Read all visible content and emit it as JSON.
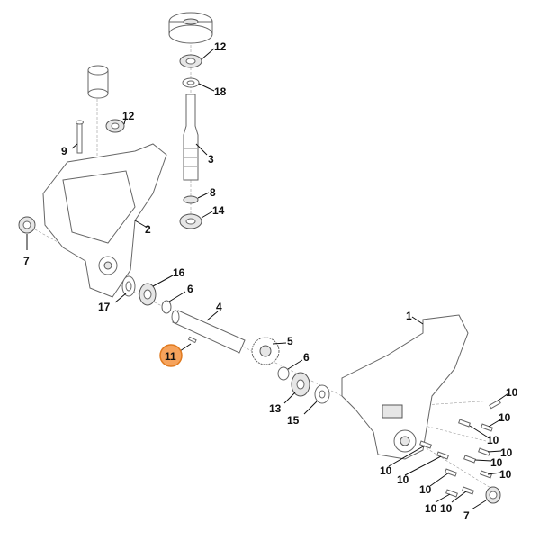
{
  "diagram": {
    "title": "Gear housing exploded parts view",
    "highlight_color": "#f6a35c",
    "highlight_border": "#e07a1f",
    "callouts": [
      "12",
      "18",
      "12",
      "9",
      "3",
      "8",
      "14",
      "2",
      "7",
      "16",
      "6",
      "17",
      "4",
      "1",
      "11",
      "5",
      "6",
      "13",
      "15",
      "10",
      "10",
      "10",
      "10",
      "10",
      "10",
      "10",
      "10",
      "10",
      "10",
      "10",
      "7"
    ]
  }
}
